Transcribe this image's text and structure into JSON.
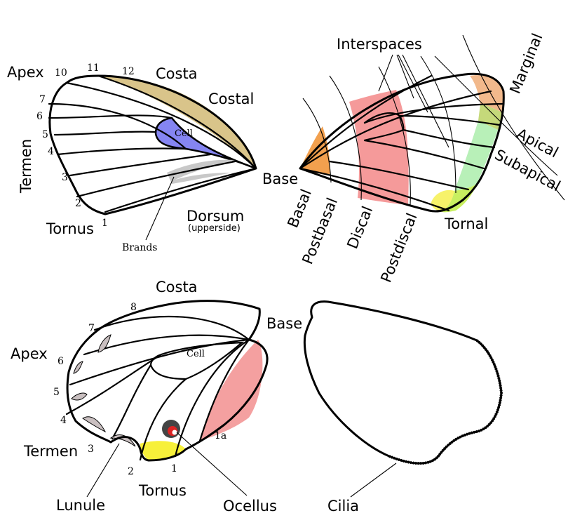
{
  "colors": {
    "costa_band": "#d9c48a",
    "cell": "#8585f2",
    "brands": "#c8c8c8",
    "basal": "#f2a04e",
    "discal": "#f59a9a",
    "marginal": "#f2b98c",
    "apical": "#c5d97a",
    "subapical": "#b8f0b8",
    "tornal_yellow": "#f7f26a",
    "tornal_green": "#c8ef60",
    "hind_discal": "#f4a0a0",
    "hind_tornal": "#f7f03a",
    "ocellus_outer": "#444444",
    "ocellus_inner": "#dd2222",
    "lunule": "#c9bfc0"
  },
  "forewing_upper": {
    "apex": "Apex",
    "costa": "Costa",
    "costal": "Costal",
    "cell": "Cell",
    "termen": "Termen",
    "base": "Base",
    "tornus": "Tornus",
    "dorsum": "Dorsum",
    "dorsum_note": "(upperside)",
    "brands": "Brands",
    "veins": [
      "10",
      "11",
      "12",
      "7",
      "6",
      "5",
      "4",
      "3",
      "2",
      "1"
    ]
  },
  "forewing_regions": {
    "interspaces": "Interspaces",
    "marginal": "Marginal",
    "apical": "Apical",
    "subapical": "Subapical",
    "basal": "Basal",
    "postbasal": "Postbasal",
    "discal": "Discal",
    "postdiscal": "Postdiscal",
    "tornal": "Tornal"
  },
  "hindwing": {
    "costa": "Costa",
    "base": "Base",
    "apex": "Apex",
    "cell": "Cell",
    "termen": "Termen",
    "tornus": "Tornus",
    "lunule": "Lunule",
    "ocellus": "Ocellus",
    "veins": [
      "8",
      "7",
      "6",
      "5",
      "4",
      "3",
      "2",
      "1",
      "1a"
    ]
  },
  "hindwing_outline": {
    "cilia": "Cilia"
  }
}
